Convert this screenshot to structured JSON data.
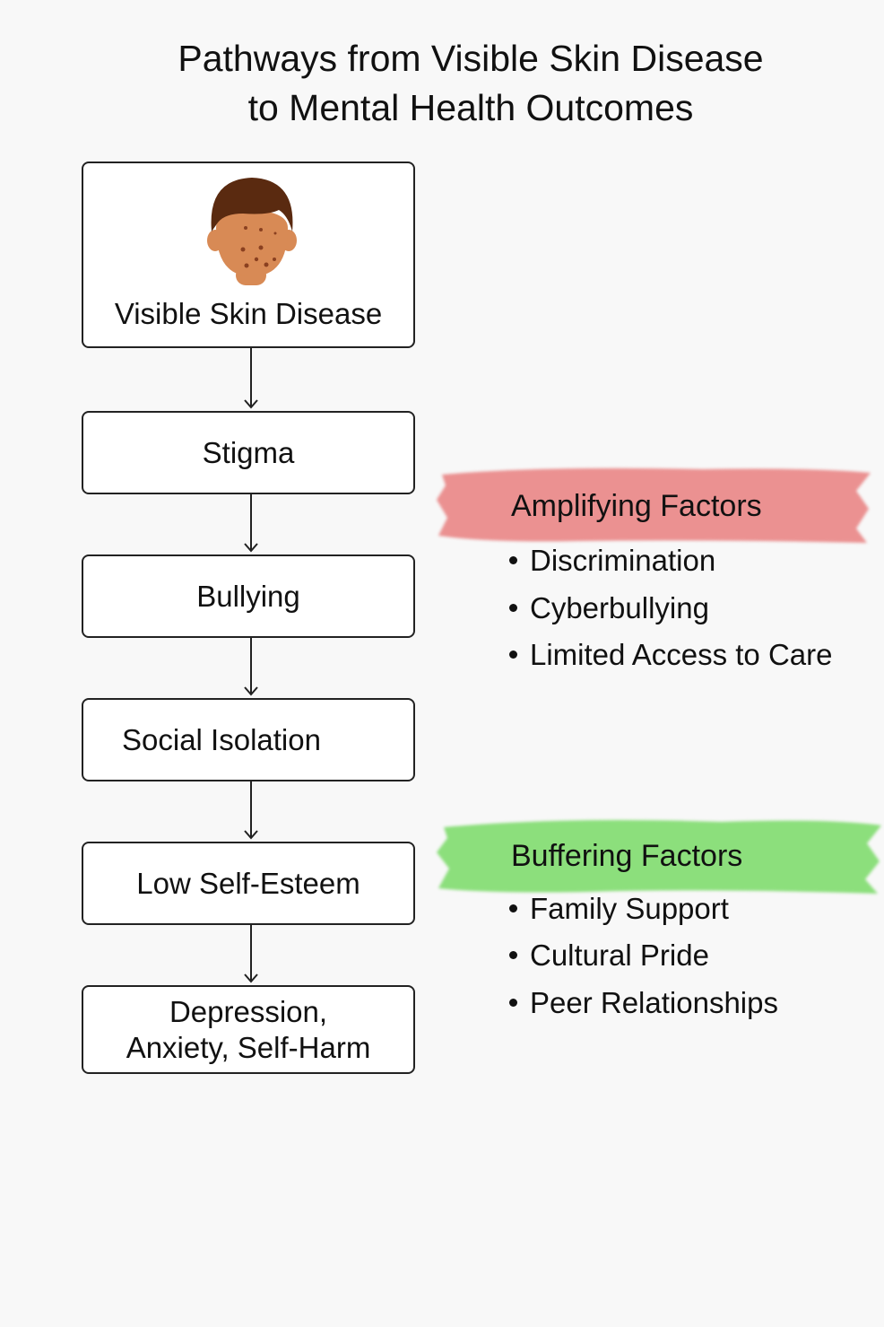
{
  "title": {
    "line1": "Pathways from Visible Skin Disease",
    "line2": "to Mental Health Outcomes"
  },
  "pathway": [
    {
      "label": "Visible Skin Disease",
      "icon": "face-with-skin-lesions-icon"
    },
    {
      "label": "Stigma"
    },
    {
      "label": "Bullying"
    },
    {
      "label": "Social Isolation"
    },
    {
      "label": "Low Self-Esteem"
    },
    {
      "label": "Depression,",
      "label2": "Anxiety, Self-Harm"
    }
  ],
  "amplifying": {
    "heading": "Amplifying Factors",
    "color": "#e98585",
    "items": [
      "Discrimination",
      "Cyberbullying",
      "Limited Access to Care"
    ]
  },
  "buffering": {
    "heading": "Buffering Factors",
    "color": "#7fdc6e",
    "items": [
      "Family Support",
      "Cultural Pride",
      "Peer Relationships"
    ]
  }
}
